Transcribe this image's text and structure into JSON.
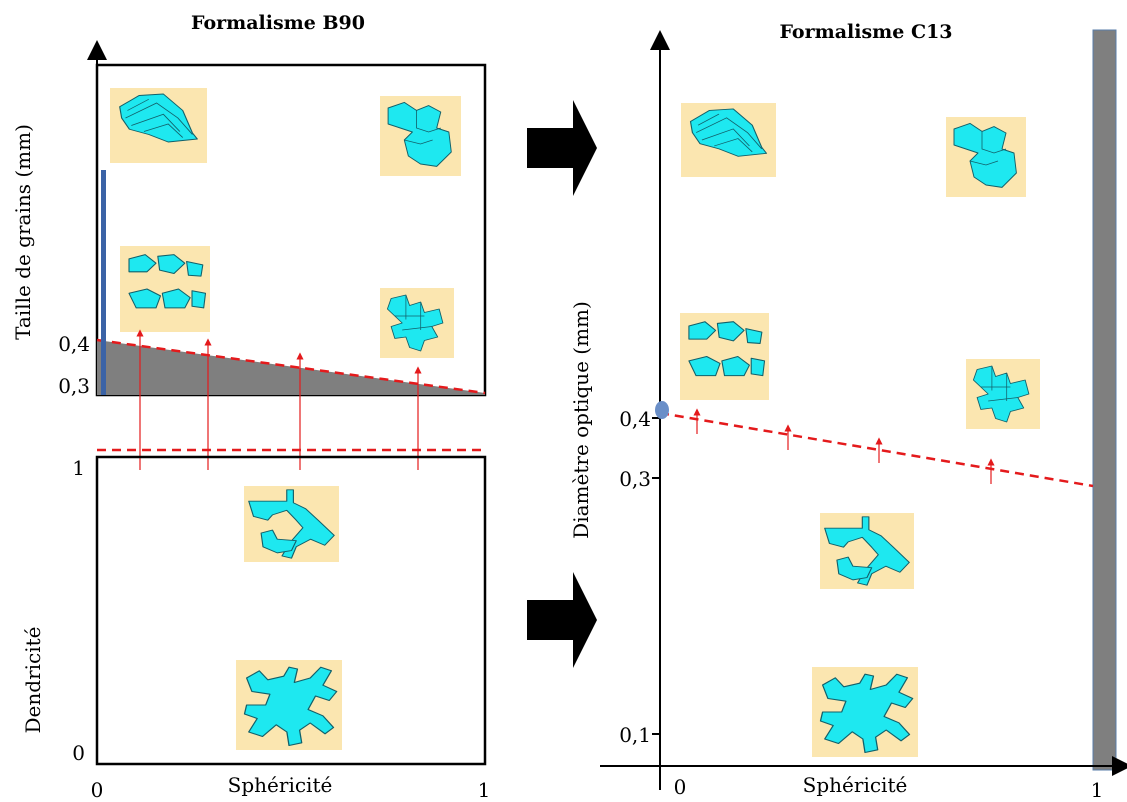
{
  "left_panel": {
    "title": "Formalisme B90",
    "y_axis_label": "Taille de grains (mm)",
    "tick_04": "0,4",
    "tick_03": "0,3",
    "lower_y_label": "Dendricité",
    "tick_1": "1",
    "tick_0": "0",
    "x_axis_label": "Sphéricité",
    "x_tick_0": "0",
    "x_tick_1": "1"
  },
  "right_panel": {
    "title": "Formalisme C13",
    "y_axis_label": "Diamètre optique (mm)",
    "tick_04": "0,4",
    "tick_03": "0,3",
    "tick_01": "0,1",
    "x_axis_label": "Sphéricité",
    "x_tick_0": "0",
    "x_tick_1": "1"
  },
  "colors": {
    "grain_fill": "#1ee8f0",
    "tile_bg": "#fbe6b0",
    "dashed_line": "#e41a1c",
    "gray_region": "#7f7f7f",
    "blue_bar": "#3b63a6"
  },
  "icons": [
    "arrow-right-icon",
    "arrow-right-icon"
  ]
}
